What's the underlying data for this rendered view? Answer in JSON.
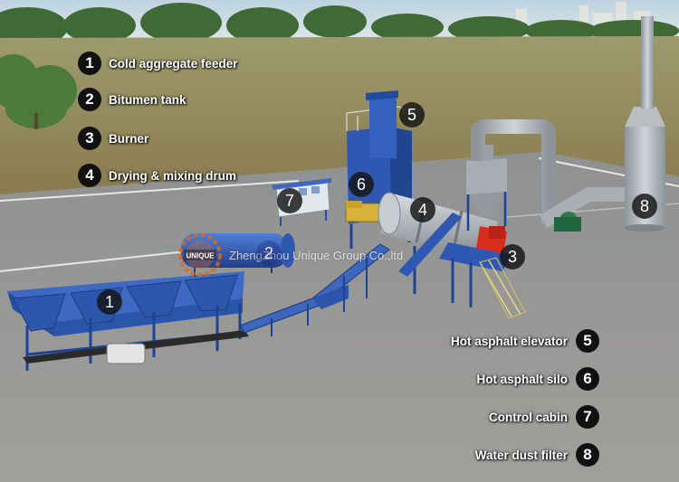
{
  "legend": [
    {
      "num": "1",
      "label": "Cold aggregate feeder"
    },
    {
      "num": "2",
      "label": "Bitumen tank"
    },
    {
      "num": "3",
      "label": "Burner"
    },
    {
      "num": "4",
      "label": "Drying & mixing drum"
    },
    {
      "num": "5",
      "label": "Hot asphalt elevator"
    },
    {
      "num": "6",
      "label": "Hot asphalt silo"
    },
    {
      "num": "7",
      "label": "Control cabin"
    },
    {
      "num": "8",
      "label": "Water dust filter"
    }
  ],
  "markers": [
    "1",
    "2",
    "3",
    "4",
    "5",
    "6",
    "7",
    "8"
  ],
  "watermark": {
    "logo_text": "UNIQUE",
    "text": "ZhengZhou Unique Group Co.,ltd"
  },
  "colors": {
    "equipment": "#2f58b4",
    "ground": "#9a9a98",
    "grass": "#8e8055",
    "sky": "#c9dbe3",
    "burner": "#d82d1d",
    "dust_collector": "#a7adb2"
  }
}
